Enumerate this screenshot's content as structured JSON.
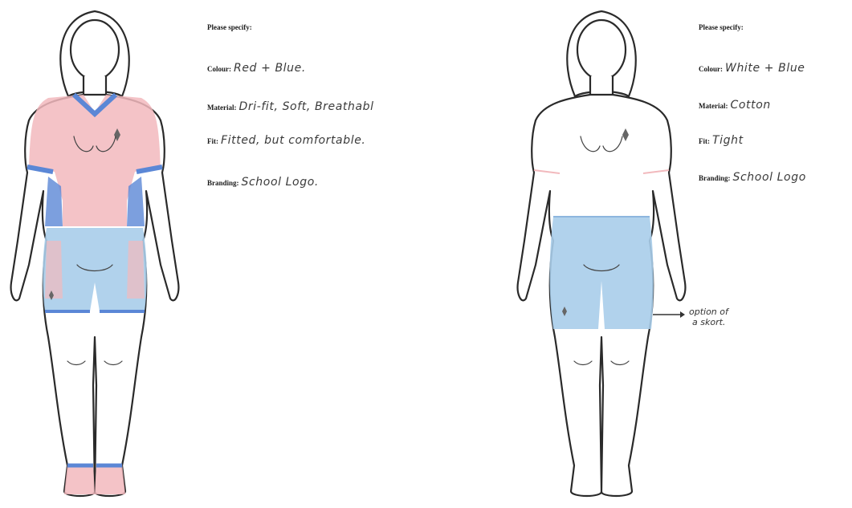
{
  "colors": {
    "red_shade": "#f2b9bd",
    "blue_shade": "#a9cdea",
    "blue_trim": "#5b87d6",
    "outline": "#2a2a2a"
  },
  "left_design": {
    "heading": "Please specify:",
    "colour_label": "Colour:",
    "colour_value": "Red + Blue.",
    "material_label": "Material:",
    "material_value": "Dri-fit, Soft, Breathabl",
    "fit_label": "Fit:",
    "fit_value": "Fitted, but comfortable.",
    "branding_label": "Branding:",
    "branding_value": "School Logo."
  },
  "right_design": {
    "heading": "Please specify:",
    "colour_label": "Colour:",
    "colour_value": "White + Blue",
    "material_label": "Material:",
    "material_value": "Cotton",
    "fit_label": "Fit:",
    "fit_value": "Tight",
    "branding_label": "Branding:",
    "branding_value": "School Logo",
    "annotation_line1": "option of",
    "annotation_line2": "a skort."
  }
}
